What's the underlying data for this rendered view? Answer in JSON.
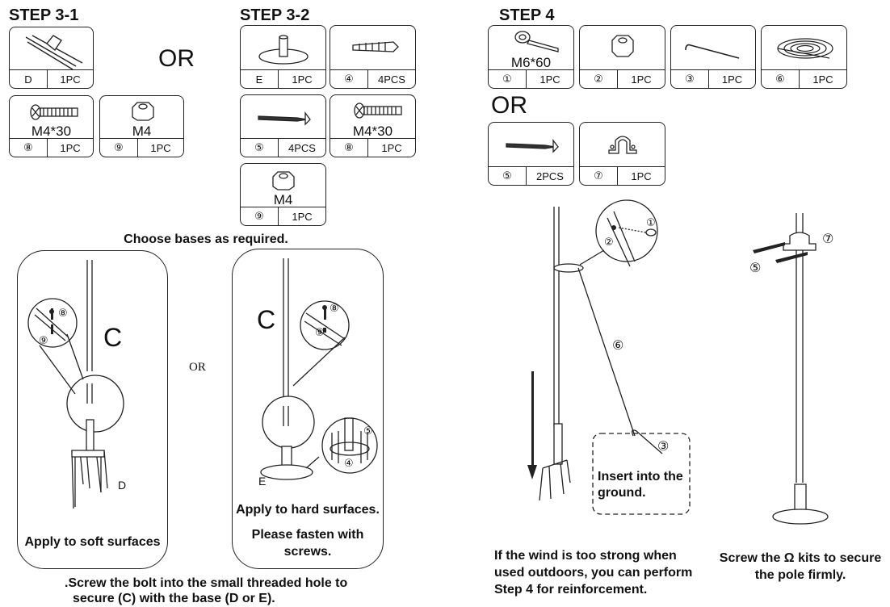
{
  "step31": {
    "title": "STEP 3-1",
    "or": "OR",
    "parts": [
      {
        "id": "D",
        "qty": "1PC",
        "spec": ""
      },
      {
        "id": "⑧",
        "qty": "1PC",
        "spec": "M4*30"
      },
      {
        "id": "⑨",
        "qty": "1PC",
        "spec": "M4"
      }
    ]
  },
  "step32": {
    "title": "STEP 3-2",
    "parts": [
      {
        "id": "E",
        "qty": "1PC",
        "spec": ""
      },
      {
        "id": "④",
        "qty": "4PCS",
        "spec": ""
      },
      {
        "id": "⑤",
        "qty": "4PCS",
        "spec": ""
      },
      {
        "id": "⑧",
        "qty": "1PC",
        "spec": "M4*30"
      },
      {
        "id": "⑨",
        "qty": "1PC",
        "spec": "M4"
      }
    ],
    "choose_note": "Choose bases as required."
  },
  "step4": {
    "title": "STEP 4",
    "or": "OR",
    "parts": [
      {
        "id": "①",
        "qty": "1PC",
        "spec": "M6*60"
      },
      {
        "id": "②",
        "qty": "1PC",
        "spec": ""
      },
      {
        "id": "③",
        "qty": "1PC",
        "spec": ""
      },
      {
        "id": "⑥",
        "qty": "1PC",
        "spec": ""
      },
      {
        "id": "⑤",
        "qty": "2PCS",
        "spec": ""
      },
      {
        "id": "⑦",
        "qty": "1PC",
        "spec": ""
      }
    ]
  },
  "diagram_left": {
    "label_c": "C",
    "callout_8": "⑧",
    "callout_9": "⑨",
    "label_d": "D",
    "caption": "Apply to soft surfaces",
    "or_text": "OR"
  },
  "diagram_mid": {
    "label_c": "C",
    "callout_8": "⑧",
    "callout_9": "⑨",
    "callout_5": "⑤",
    "callout_4": "④",
    "label_e": "E",
    "caption_1": "Apply to hard surfaces.",
    "caption_2": "Please fasten with",
    "caption_3": "screws."
  },
  "bottom_note_1": ".Screw the bolt into the small threaded hole to",
  "bottom_note_2": "secure (C) with the base (D or E).",
  "diagram_step4a": {
    "callout_1": "①",
    "callout_2": "②",
    "callout_6": "⑥",
    "callout_3": "③",
    "ground_1": "Insert into the",
    "ground_2": "ground.",
    "caption_1": "If the wind is too strong when",
    "caption_2": "used outdoors, you can perform",
    "caption_3": "Step 4 for reinforcement."
  },
  "diagram_step4b": {
    "callout_7": "⑦",
    "callout_5": "⑤",
    "caption_1": "Screw the Ω kits to secure",
    "caption_2": "the pole firmly."
  }
}
